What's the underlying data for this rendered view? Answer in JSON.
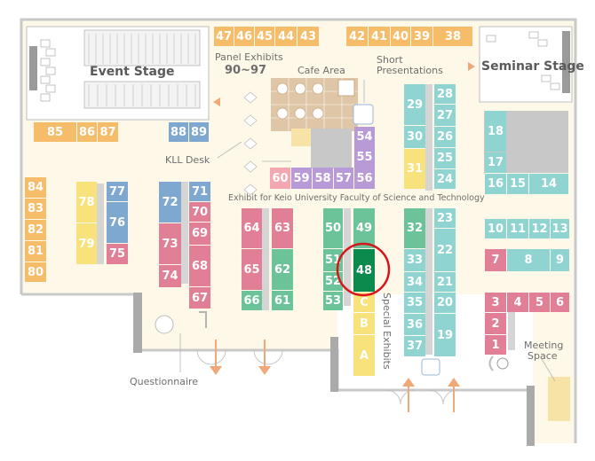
{
  "colors": {
    "floor": "#fdf8e8",
    "wall": "#c9c9c9",
    "orange": "#f5bc6a",
    "yellow": "#f8e27c",
    "teal": "#8fd4d1",
    "blue": "#7fa8d0",
    "pink": "#e07f96",
    "green": "#6cc39a",
    "purple": "#b89bd6",
    "highlight": "#0b8a4e",
    "circle": "#d7161b",
    "arrow": "#f0a878",
    "cafe": "#dfc6a6",
    "gray": "#c8c8c8",
    "pinkLight": "#f3a7b1"
  },
  "areas": {
    "event_stage": "Event Stage",
    "seminar_stage": "Seminar Stage",
    "panel_exhibits": "Panel Exhibits",
    "panel_range": "90~97",
    "cafe_area": "Cafe Area",
    "short_presentations_1": "Short",
    "short_presentations_2": "Presentations",
    "kll_desk": "KLL Desk",
    "keio_exhibit": "Exhibit for Keio University Faculty of Science and Technology",
    "special_exhibits": "Special Exhibits",
    "questionnaire": "Questionnaire",
    "meeting_space_1": "Meeting",
    "meeting_space_2": "Space"
  },
  "highlighted_booth": "48",
  "booths": [
    {
      "label": "47",
      "color": "orange"
    },
    {
      "label": "46",
      "color": "orange"
    },
    {
      "label": "45",
      "color": "orange"
    },
    {
      "label": "44",
      "color": "orange"
    },
    {
      "label": "43",
      "color": "orange"
    },
    {
      "label": "42",
      "color": "orange"
    },
    {
      "label": "41",
      "color": "orange"
    },
    {
      "label": "40",
      "color": "orange"
    },
    {
      "label": "39",
      "color": "orange"
    },
    {
      "label": "38",
      "color": "orange"
    },
    {
      "label": "85",
      "color": "orange"
    },
    {
      "label": "86",
      "color": "orange"
    },
    {
      "label": "87",
      "color": "orange"
    },
    {
      "label": "88",
      "color": "blue"
    },
    {
      "label": "89",
      "color": "blue"
    },
    {
      "label": "84",
      "color": "orange"
    },
    {
      "label": "83",
      "color": "orange"
    },
    {
      "label": "82",
      "color": "orange"
    },
    {
      "label": "81",
      "color": "orange"
    },
    {
      "label": "80",
      "color": "orange"
    },
    {
      "label": "78",
      "color": "yellow"
    },
    {
      "label": "79",
      "color": "yellow"
    },
    {
      "label": "77",
      "color": "blue"
    },
    {
      "label": "76",
      "color": "blue"
    },
    {
      "label": "75",
      "color": "pink"
    },
    {
      "label": "72",
      "color": "blue"
    },
    {
      "label": "73",
      "color": "pink"
    },
    {
      "label": "74",
      "color": "pink"
    },
    {
      "label": "71",
      "color": "blue"
    },
    {
      "label": "70",
      "color": "pink"
    },
    {
      "label": "69",
      "color": "pink"
    },
    {
      "label": "68",
      "color": "pink"
    },
    {
      "label": "67",
      "color": "pink"
    },
    {
      "label": "64",
      "color": "pink"
    },
    {
      "label": "65",
      "color": "pink"
    },
    {
      "label": "66",
      "color": "green"
    },
    {
      "label": "63",
      "color": "pink"
    },
    {
      "label": "62",
      "color": "green"
    },
    {
      "label": "61",
      "color": "green"
    },
    {
      "label": "60",
      "color": "pinkLight"
    },
    {
      "label": "59",
      "color": "purple"
    },
    {
      "label": "58",
      "color": "purple"
    },
    {
      "label": "57",
      "color": "purple"
    },
    {
      "label": "56",
      "color": "purple"
    },
    {
      "label": "55",
      "color": "purple"
    },
    {
      "label": "54",
      "color": "purple"
    },
    {
      "label": "50",
      "color": "green"
    },
    {
      "label": "51",
      "color": "green"
    },
    {
      "label": "52",
      "color": "green"
    },
    {
      "label": "53",
      "color": "green"
    },
    {
      "label": "49",
      "color": "green"
    },
    {
      "label": "48",
      "color": "highlight"
    },
    {
      "label": "C",
      "color": "yellow"
    },
    {
      "label": "B",
      "color": "yellow"
    },
    {
      "label": "A",
      "color": "yellow"
    },
    {
      "label": "32",
      "color": "green"
    },
    {
      "label": "33",
      "color": "teal"
    },
    {
      "label": "34",
      "color": "teal"
    },
    {
      "label": "35",
      "color": "teal"
    },
    {
      "label": "36",
      "color": "teal"
    },
    {
      "label": "37",
      "color": "teal"
    },
    {
      "label": "29",
      "color": "teal"
    },
    {
      "label": "30",
      "color": "teal"
    },
    {
      "label": "31",
      "color": "yellow"
    },
    {
      "label": "28",
      "color": "teal"
    },
    {
      "label": "27",
      "color": "teal"
    },
    {
      "label": "26",
      "color": "teal"
    },
    {
      "label": "25",
      "color": "teal"
    },
    {
      "label": "24",
      "color": "teal"
    },
    {
      "label": "23",
      "color": "teal"
    },
    {
      "label": "22",
      "color": "teal"
    },
    {
      "label": "21",
      "color": "teal"
    },
    {
      "label": "20",
      "color": "teal"
    },
    {
      "label": "19",
      "color": "teal"
    },
    {
      "label": "18",
      "color": "teal"
    },
    {
      "label": "17",
      "color": "teal"
    },
    {
      "label": "16",
      "color": "teal"
    },
    {
      "label": "15",
      "color": "teal"
    },
    {
      "label": "14",
      "color": "teal"
    },
    {
      "label": "10",
      "color": "teal"
    },
    {
      "label": "11",
      "color": "teal"
    },
    {
      "label": "12",
      "color": "teal"
    },
    {
      "label": "13",
      "color": "teal"
    },
    {
      "label": "7",
      "color": "pink"
    },
    {
      "label": "8",
      "color": "teal"
    },
    {
      "label": "9",
      "color": "teal"
    },
    {
      "label": "3",
      "color": "pink"
    },
    {
      "label": "4",
      "color": "pink"
    },
    {
      "label": "5",
      "color": "pink"
    },
    {
      "label": "6",
      "color": "pink"
    },
    {
      "label": "2",
      "color": "pink"
    },
    {
      "label": "1",
      "color": "pink"
    }
  ]
}
